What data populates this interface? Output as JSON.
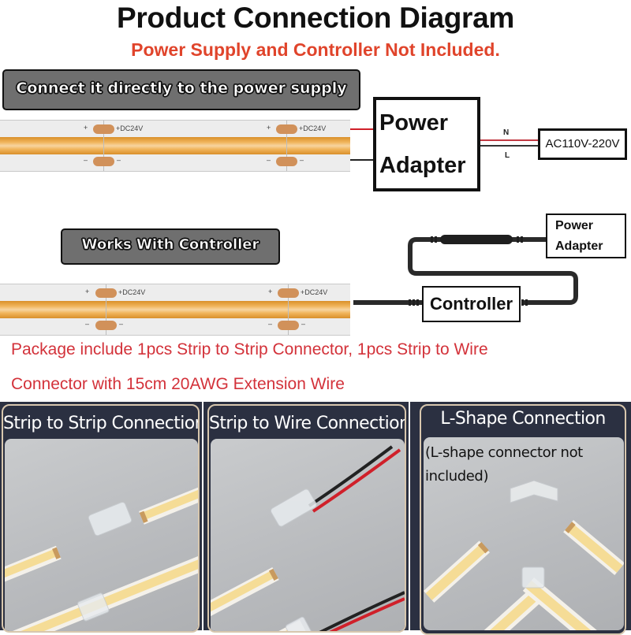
{
  "header": {
    "title": "Product Connection Diagram",
    "subtitle": "Power Supply and Controller Not Included."
  },
  "section_direct": {
    "label": "Connect it directly to the power supply",
    "strip_marks": {
      "plus": "+",
      "minus": "–",
      "voltage": "+DC24V"
    },
    "power_adapter": {
      "line1": "Power",
      "line2": "Adapter"
    },
    "wire_labels": {
      "n": "N",
      "l": "L"
    },
    "mains": "AC110V-220V"
  },
  "section_controller": {
    "label": "Works With Controller",
    "strip_marks": {
      "plus": "+",
      "minus": "–",
      "voltage": "+DC24V"
    },
    "power_adapter": {
      "line1": "Power",
      "line2": "Adapter"
    },
    "controller": "Controller"
  },
  "package_note": {
    "line1": "Package include 1pcs Strip to Strip Connector, 1pcs Strip to Wire",
    "line2": "Connector with 15cm 20AWG Extension Wire"
  },
  "panels": [
    {
      "title": "Strip to Strip Connection"
    },
    {
      "title": "Strip to Wire Connection"
    },
    {
      "title": "L-Shape Connection",
      "note_line1": "(L-shape connector not",
      "note_line2": "included)"
    }
  ],
  "colors": {
    "title": "#111111",
    "subtitle": "#e0442b",
    "package_note": "#d3323a",
    "label_bg": "#6f6f6f",
    "strip_glow": "#f1b55c",
    "pad": "#d1915a",
    "wire_positive": "#d0202a",
    "wire_negative": "#222222",
    "panel_bg": "#2b3041",
    "panel_border": "#d8c7ae"
  }
}
